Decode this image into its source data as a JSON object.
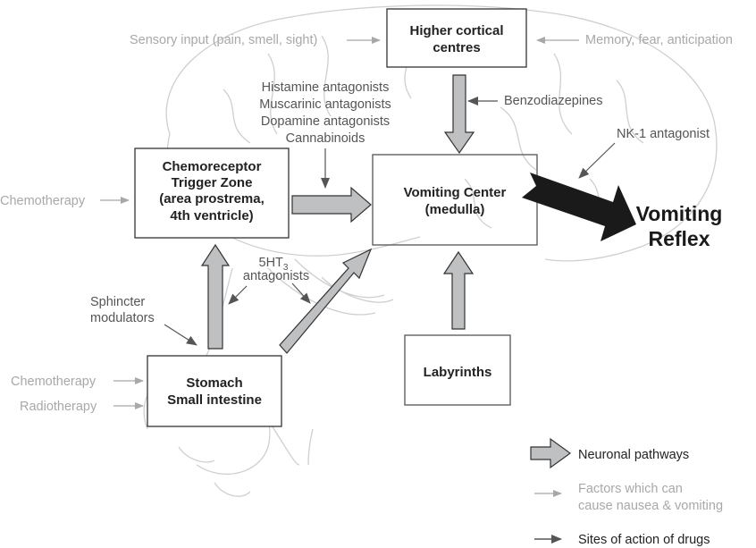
{
  "colors": {
    "pathway_fill": "#bfc0c2",
    "pathway_stroke": "#333333",
    "factor_gray": "#a8a8a8",
    "drug_dark": "#555555",
    "reflex_black": "#1a1a1a"
  },
  "boxes": {
    "higher_cortical": [
      "Higher cortical",
      "centres"
    ],
    "ctz": [
      "Chemoreceptor",
      "Trigger Zone",
      "(area prostrema,",
      "4th ventricle)"
    ],
    "vomiting_center": [
      "Vomiting Center",
      "(medulla)"
    ],
    "stomach": [
      "Stomach",
      "Small intestine"
    ],
    "labyrinths": [
      "Labyrinths"
    ]
  },
  "factors": {
    "sensory_input": "Sensory input (pain, smell, sight)",
    "memory": "Memory, fear, anticipation",
    "chemotherapy_ctz": "Chemotherapy",
    "chemotherapy_gut": "Chemotherapy",
    "radiotherapy": "Radiotherapy"
  },
  "drugs": {
    "ctz_drugs": [
      "Histamine antagonists",
      "Muscarinic antagonists",
      "Dopamine antagonists",
      "Cannabinoids"
    ],
    "benzodiazepines": "Benzodiazepines",
    "nk1": "NK-1 antagonist",
    "ht3_main": "5HT",
    "ht3_sub": "3",
    "ht3_line2": "antagonists",
    "sphincter": [
      "Sphincter",
      "modulators"
    ]
  },
  "output": [
    "Vomiting",
    "Reflex"
  ],
  "legend": {
    "neuronal": "Neuronal pathways",
    "factors": [
      "Factors which can",
      "cause nausea & vomiting"
    ],
    "drugs": "Sites of action of drugs"
  }
}
